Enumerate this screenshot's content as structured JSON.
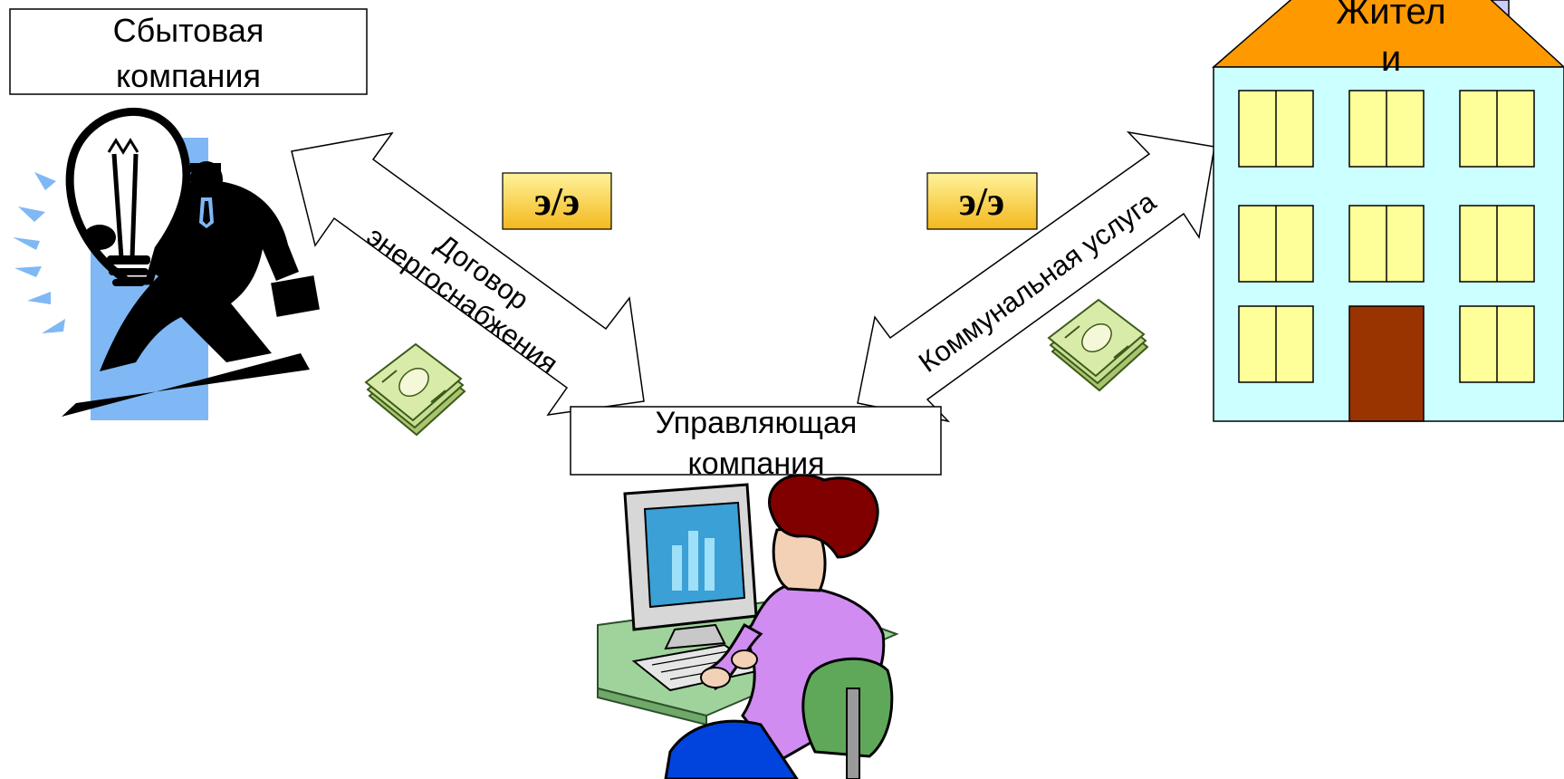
{
  "boxes": {
    "sales_company": [
      "Сбытовая",
      "компания"
    ],
    "management_company": [
      "Управляющая",
      "компания"
    ],
    "residents": [
      "Жител",
      "и"
    ]
  },
  "arrows": {
    "left": [
      "Договор",
      "энергоснабжения"
    ],
    "right": "Коммунальная услуга"
  },
  "badges": {
    "left": "э/э",
    "right": "э/э"
  },
  "colors": {
    "roof": "#FF9900",
    "house_wall": "#CCFFFF",
    "window": "#FFFF99",
    "door": "#993300",
    "badge_top": "#FFF39A",
    "badge_bottom": "#F3B81D",
    "lamp_panel": "#7FB8F5",
    "money": "#BFD88A"
  },
  "icons": [
    "businessman-lightbulb-icon",
    "money-stack-icon",
    "woman-at-computer-icon",
    "apartment-building-icon"
  ]
}
